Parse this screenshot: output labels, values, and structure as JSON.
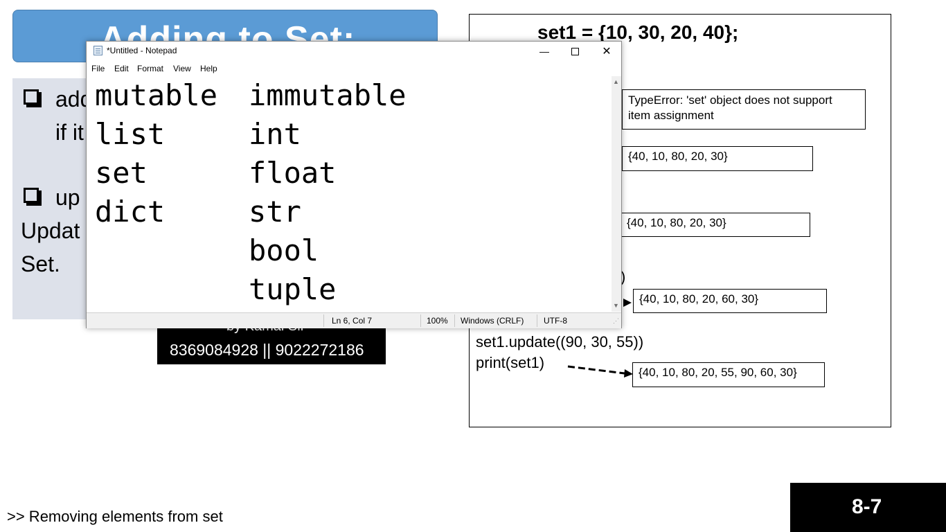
{
  "slide": {
    "title": "Adding to Set:",
    "bullets": [
      {
        "line1": "add",
        "line2": "if it"
      },
      {
        "line1": "up",
        "line2": "Updat",
        "line3": "Set."
      }
    ],
    "author": "by Kamal Sir",
    "phones": "8369084928 || 9022272186",
    "code_top": "set1 = {10, 30, 20, 40};",
    "error_text_1": "TypeError: 'set' object does not support",
    "error_text_2": "item assignment",
    "output_1": "{40, 10, 80, 20, 30}",
    "output_2": "{40, 10, 80, 20, 30}",
    "paren_fragment": ")",
    "output_3": "{40, 10, 80, 20, 60, 30}",
    "code_update": "set1.update((90, 30, 55))",
    "code_print": "print(set1)",
    "output_4": "{40, 10, 80, 20, 55, 90, 60, 30}",
    "nav_text": ">> Removing elements from set",
    "page_number": "8-7"
  },
  "notepad": {
    "title": "*Untitled - Notepad",
    "menu": [
      "File",
      "Edit",
      "Format",
      "View",
      "Help"
    ],
    "lines": [
      {
        "left": "mutable",
        "right": "immutable"
      },
      {
        "left": "list",
        "right": "int"
      },
      {
        "left": "set",
        "right": "float"
      },
      {
        "left": "dict",
        "right": "str"
      },
      {
        "left": "",
        "right": "bool"
      },
      {
        "left": "",
        "right": "tuple"
      }
    ],
    "status": {
      "position": "Ln 6, Col 7",
      "zoom": "100%",
      "line_ending": "Windows (CRLF)",
      "encoding": "UTF-8"
    },
    "icons": {
      "minimize": "minimize-icon",
      "maximize": "maximize-icon",
      "close": "close-icon"
    }
  },
  "colors": {
    "title_bar": "#5b9bd5",
    "panel": "#dde1ea",
    "black": "#000000"
  }
}
